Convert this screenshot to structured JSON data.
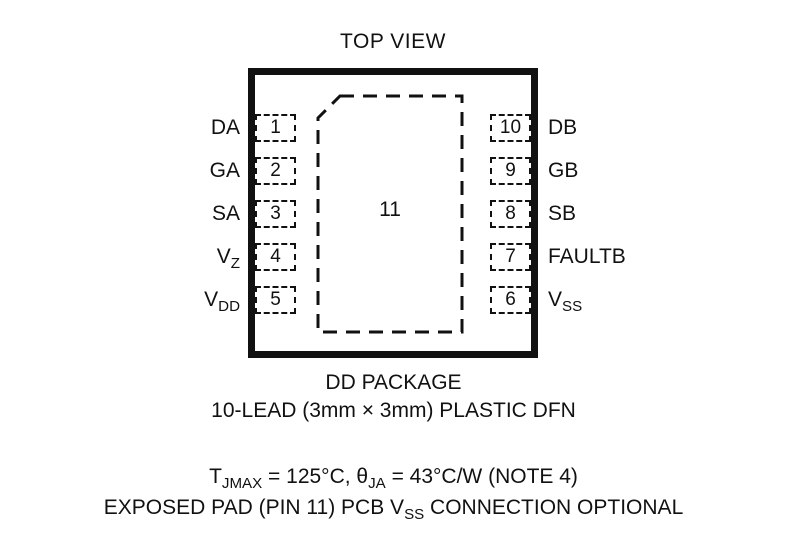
{
  "title": "TOP VIEW",
  "package": {
    "name_line": "DD PACKAGE",
    "desc_line": "10-LEAD (3mm × 3mm) PLASTIC DFN"
  },
  "exposed_pad": {
    "number": "11"
  },
  "pins": {
    "left": [
      {
        "number": "1",
        "label": {
          "main": "DA",
          "sub": ""
        }
      },
      {
        "number": "2",
        "label": {
          "main": "GA",
          "sub": ""
        }
      },
      {
        "number": "3",
        "label": {
          "main": "SA",
          "sub": ""
        }
      },
      {
        "number": "4",
        "label": {
          "main": "V",
          "sub": "Z"
        }
      },
      {
        "number": "5",
        "label": {
          "main": "V",
          "sub": "DD"
        }
      }
    ],
    "right": [
      {
        "number": "10",
        "label": {
          "main": "DB",
          "sub": ""
        }
      },
      {
        "number": "9",
        "label": {
          "main": "GB",
          "sub": ""
        }
      },
      {
        "number": "8",
        "label": {
          "main": "SB",
          "sub": ""
        }
      },
      {
        "number": "7",
        "label": {
          "main": "FAULTB",
          "sub": ""
        }
      },
      {
        "number": "6",
        "label": {
          "main": "V",
          "sub": "SS"
        }
      }
    ]
  },
  "notes": {
    "line1": {
      "parts": [
        {
          "text": "T",
          "sub": "JMAX"
        },
        {
          "text": " = 125°C, θ",
          "sub": "JA"
        },
        {
          "text": " = 43°C/W (NOTE 4)",
          "sub": ""
        }
      ]
    },
    "line2": {
      "parts": [
        {
          "text": "EXPOSED PAD (PIN 11) PCB V",
          "sub": "SS"
        },
        {
          "text": " CONNECTION OPTIONAL",
          "sub": ""
        }
      ]
    }
  },
  "colors": {
    "ink": "#111111",
    "background": "#ffffff"
  }
}
